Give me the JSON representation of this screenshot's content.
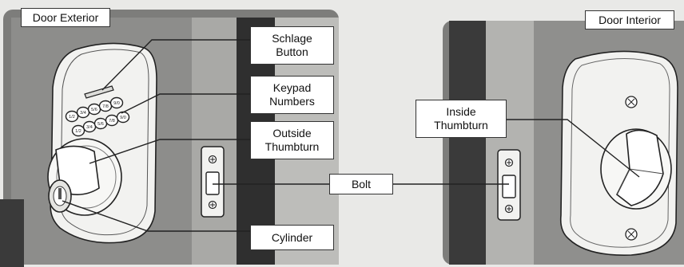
{
  "panels": {
    "exterior": {
      "title": "Door Exterior"
    },
    "interior": {
      "title": "Door Interior"
    }
  },
  "callouts": {
    "schlage_button": [
      "Schlage",
      "Button"
    ],
    "keypad_numbers": [
      "Keypad",
      "Numbers"
    ],
    "outside_thumbturn": [
      "Outside",
      "Thumbturn"
    ],
    "bolt": [
      "Bolt"
    ],
    "cylinder": [
      "Cylinder"
    ],
    "inside_thumbturn": [
      "Inside",
      "Thumbturn"
    ]
  },
  "keypad": {
    "keys": [
      "1/2",
      "3/4",
      "5/6",
      "7/8",
      "9/0",
      "1/2",
      "3/4",
      "5/6",
      "7/8",
      "9/0"
    ]
  },
  "colors": {
    "background": "#e9e9e7",
    "door_edge": "#2f2f2f",
    "hardware": "#f2f2f0",
    "line": "#222222"
  }
}
